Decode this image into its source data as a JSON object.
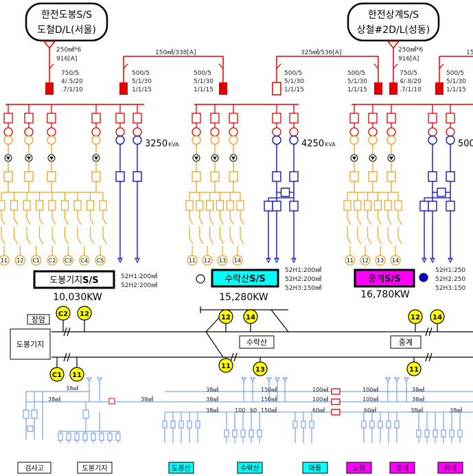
{
  "sources": [
    {
      "line1": "한전도봉S/S",
      "line2": "도철D/L(서울)"
    },
    {
      "line1": "한전상계S/S",
      "line2": "상철#2D/L(성동)"
    }
  ],
  "feeder_labels": {
    "src1_cable": "250㎟*6",
    "src1_amp": "916[A]",
    "src2_cable": "250㎟*6",
    "src2_amp": "916[A]",
    "tie1": "150㎟/338[A]",
    "tie2": "325㎟/536[A]",
    "tie3": "15"
  },
  "ct_labels": {
    "a": [
      "750/5",
      "4/.5/20",
      ".7/1/10"
    ],
    "b": [
      "500/5",
      "5/1/30",
      "1/1/15"
    ],
    "c": [
      "750/5",
      "4/.8/20",
      ".7/1/10"
    ]
  },
  "capacities": {
    "k1": "3250",
    "k2": "4250",
    "k3": "500",
    "unit": "KVA"
  },
  "substations": [
    {
      "name": "도봉기지",
      "suffix": "S/S",
      "kw": "10,030KW",
      "h1": "52H1:200㎟",
      "h2": "52H2:200㎟",
      "h3": "",
      "color": "#ffffff"
    },
    {
      "name": "수락산",
      "suffix": "S/S",
      "kw": "15,280KW",
      "h1": "52H1:200㎟",
      "h2": "52H2:200㎟",
      "h3": "52H3:150㎟",
      "color": "#00ffff"
    },
    {
      "name": "중계",
      "suffix": "S/S",
      "kw": "16,780KW",
      "h1": "52H1:250",
      "h2": "52H2:250",
      "h3": "52H3:150",
      "color": "#ff00ff"
    }
  ],
  "feeder_circles_1": [
    "11",
    "12",
    "C1",
    "C2",
    "C3",
    "C4",
    "C5"
  ],
  "feeder_circles_2": [
    "11",
    "12",
    "13",
    "14"
  ],
  "feeder_circles_3": [
    "11",
    "12",
    "13",
    "14"
  ],
  "line_section": {
    "jangam": "장암",
    "dobong": "도봉기지",
    "surak": "수락산",
    "junggye": "중계",
    "markers": [
      "C2",
      "12",
      "C1",
      "11",
      "12",
      "14",
      "11",
      "13",
      "12",
      "14",
      "11"
    ]
  },
  "cables": {
    "c38": "38㎟",
    "c150": "150㎟",
    "c100": "100㎟",
    "c60": "60㎟",
    "n100": "100",
    "n60": "60"
  },
  "bottom_labels": [
    {
      "text": "검사고",
      "color": "#ffffff"
    },
    {
      "text": "도봉기지",
      "color": "#ffffff"
    },
    {
      "text": "도봉산",
      "color": "#00ffff"
    },
    {
      "text": "수락산",
      "color": "#00ffff"
    },
    {
      "text": "마들",
      "color": "#00ffff"
    },
    {
      "text": "노원",
      "color": "#ff00ff"
    },
    {
      "text": "중계",
      "color": "#ff00ff"
    },
    {
      "text": "하계",
      "color": "#ff00ff"
    }
  ],
  "colors": {
    "red": "#e00000",
    "orange": "#f0a020",
    "blue": "#0000c0",
    "lightblue": "#5b8ee6",
    "yellow": "#ffff00"
  }
}
